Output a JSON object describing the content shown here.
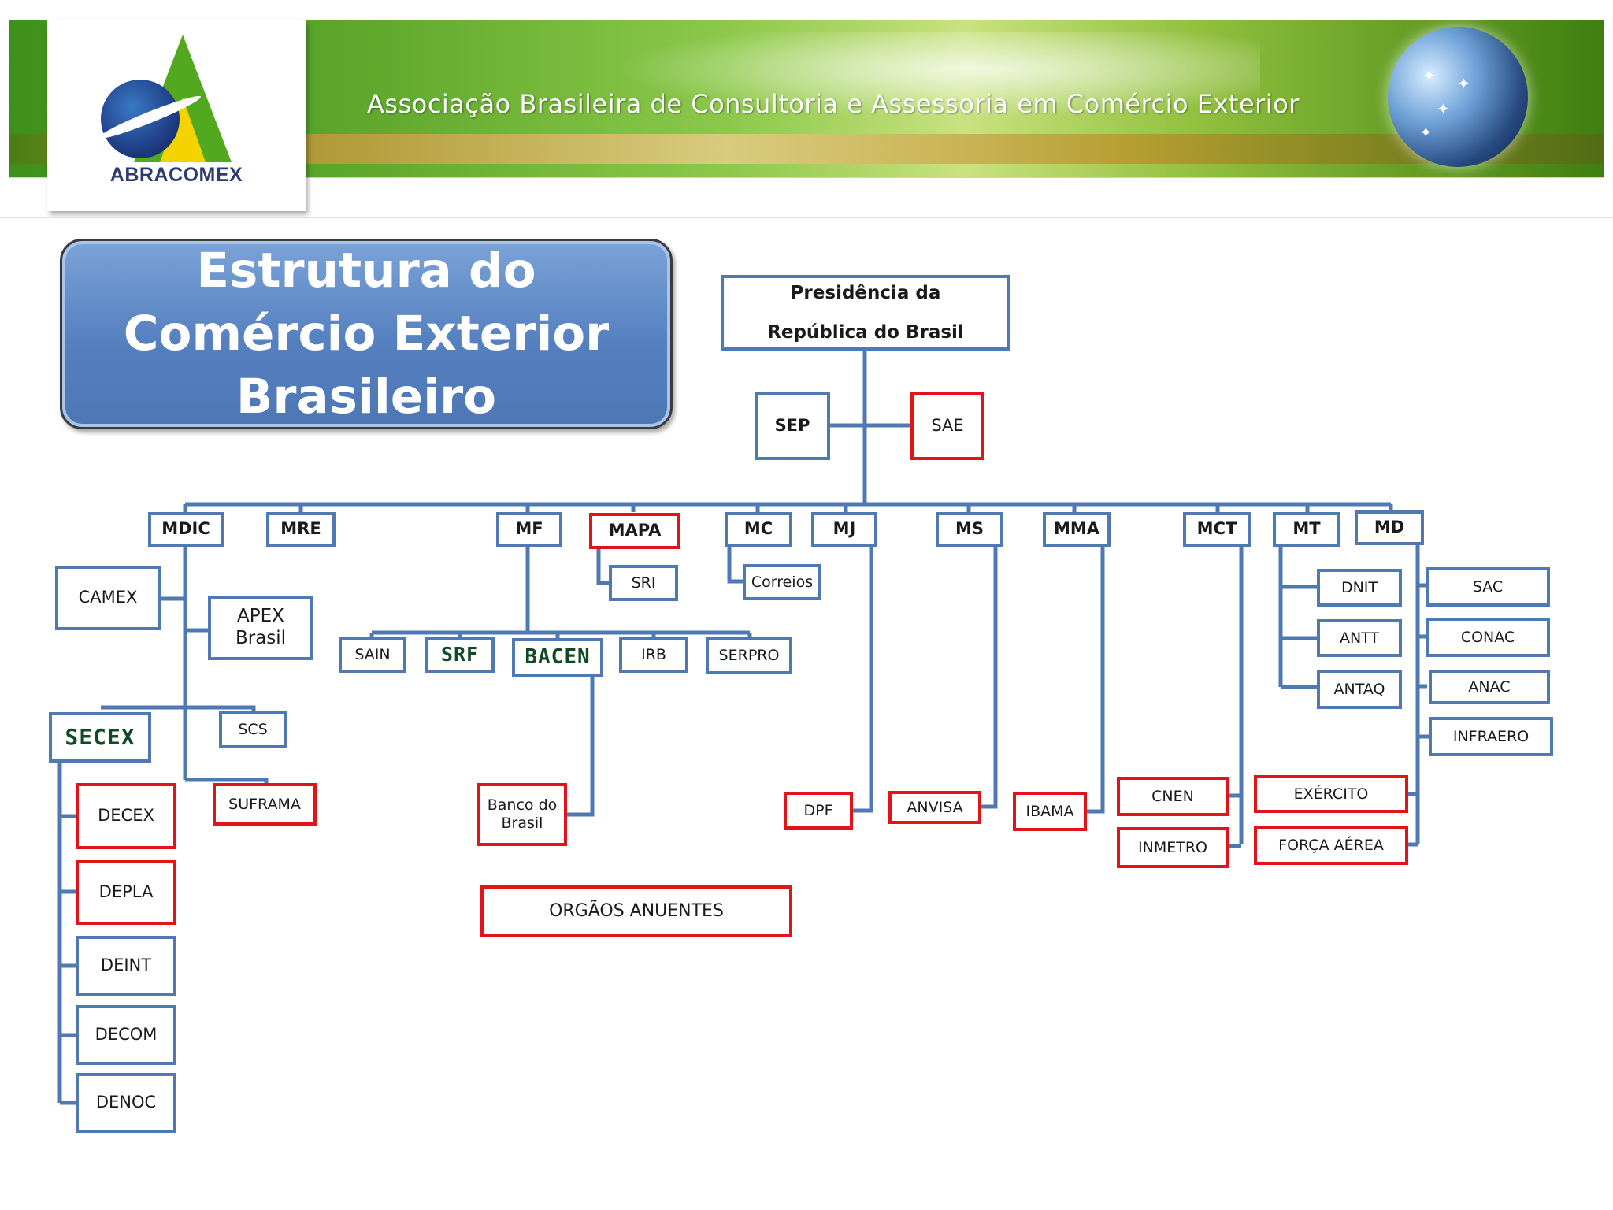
{
  "header": {
    "association_name": "Associação Brasileira de Consultoria e Assessoria em Comércio Exterior",
    "logo_text": "ABRACOMEX"
  },
  "title": "Estrutura do Comércio Exterior Brasileiro",
  "colors": {
    "connector": "#4f79b3",
    "anuente_border": "#e2141a",
    "title_box": "#5580bf",
    "secex_text": "#104a24"
  },
  "nodes": {
    "presidencia": "Presidência da República do Brasil",
    "sep": "SEP",
    "sae": "SAE",
    "mdic": "MDIC",
    "mre": "MRE",
    "mf": "MF",
    "mapa": "MAPA",
    "mc": "MC",
    "mj": "MJ",
    "ms": "MS",
    "mma": "MMA",
    "mct": "MCT",
    "mt": "MT",
    "md": "MD",
    "camex": "CAMEX",
    "apex": "APEX Brasil",
    "secex": "SECEX",
    "scs": "SCS",
    "suframa": "SUFRAMA",
    "decex": "DECEX",
    "depla": "DEPLA",
    "deint": "DEINT",
    "decom": "DECOM",
    "denoc": "DENOC",
    "sri": "SRI",
    "correios": "Correios",
    "sain": "SAIN",
    "srf": "SRF",
    "bacen": "BACEN",
    "irb": "IRB",
    "serpro": "SERPRO",
    "banco_brasil": "Banco do Brasil",
    "dpf": "DPF",
    "anvisa": "ANVISA",
    "ibama": "IBAMA",
    "cnen": "CNEN",
    "inmetro": "INMETRO",
    "dnit": "DNIT",
    "antt": "ANTT",
    "antaq": "ANTAQ",
    "sac": "SAC",
    "conac": "CONAC",
    "anac": "ANAC",
    "infraero": "INFRAERO",
    "exercito": "EXÉRCITO",
    "forca_aerea": "FORÇA AÉREA"
  },
  "legend": "ORGÃOS ANUENTES"
}
